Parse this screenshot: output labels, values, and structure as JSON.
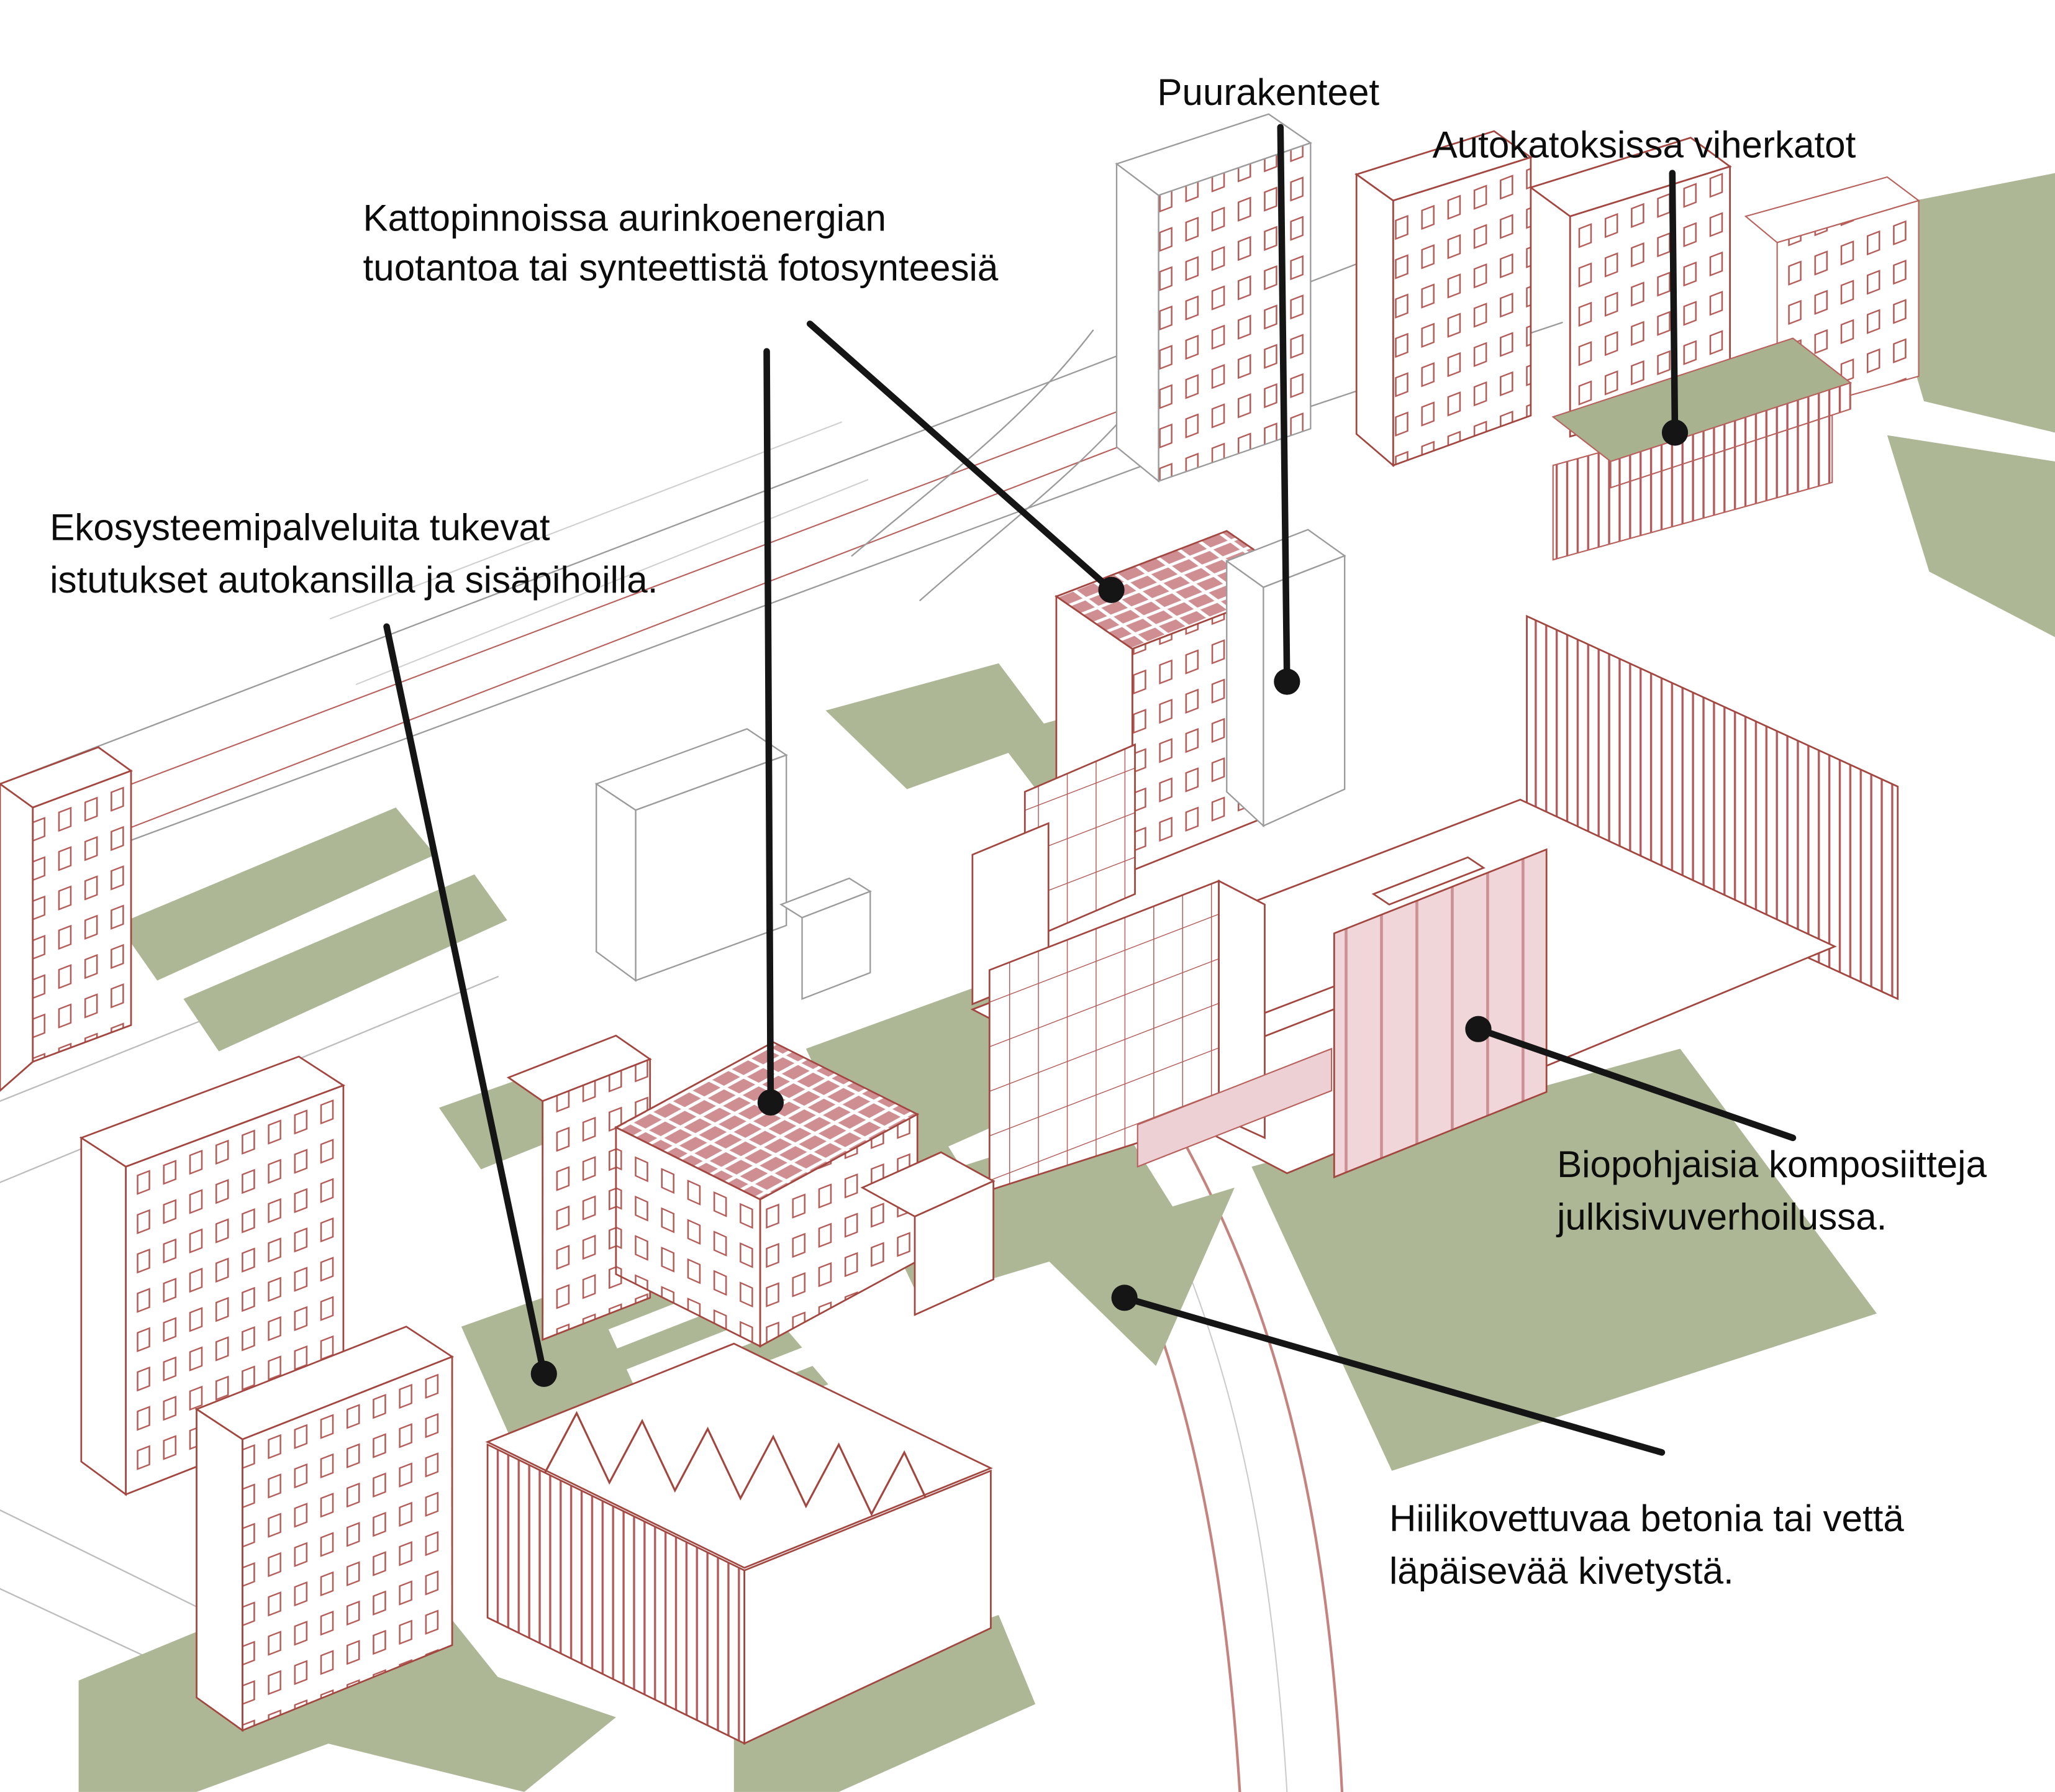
{
  "annotations": {
    "solar": {
      "line1": "Kattopinnoissa aurinkoenergian",
      "line2": "tuotantoa tai synteettistä fotosynteesiä"
    },
    "wood": {
      "label": "Puurakenteet"
    },
    "carport": {
      "label": "Autokatoksissa viherkatot"
    },
    "ecosystem": {
      "line1": "Ekosysteemipalveluita tukevat",
      "line2": "istutukset autokansilla ja sisäpihoilla."
    },
    "composite": {
      "line1": "Biopohjaisia komposiitteja",
      "line2": "julkisivuverhoilussa."
    },
    "concrete": {
      "line1": "Hiilikovettuvaa betonia tai vettä",
      "line2": "läpäisevää kivetystä."
    }
  },
  "colors": {
    "outline_red": "#a2463f",
    "vegetation_green": "#aeb795",
    "facade_pink": "#f0d6d9",
    "solar_panel_pink": "#cf8e92",
    "leader_black": "#151515",
    "background": "#ffffff"
  }
}
